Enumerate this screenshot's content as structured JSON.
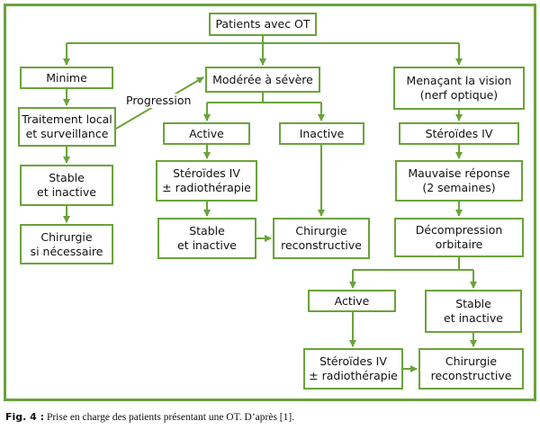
{
  "colors": {
    "accent": "#6aa33a",
    "text": "#111111"
  },
  "nodes": {
    "root": "Patients avec OT",
    "minime": "Minime",
    "moderee": "Modérée à sévère",
    "menacant": "Menaçant la vision\n(nerf optique)",
    "traitement": "Traitement local\net surveillance",
    "stable1": "Stable\net inactive",
    "chirurgie1": "Chirurgie\nsi nécessaire",
    "active1": "Active",
    "inactive1": "Inactive",
    "steroides1": "Stéroïdes IV\n± radiothérapie",
    "stable2": "Stable\net inactive",
    "chirurgie2": "Chirurgie\nreconstructive",
    "steroides_iv": "Stéroïdes IV",
    "mauvaise": "Mauvaise réponse\n(2 semaines)",
    "decompression": "Décompression\norbitaire",
    "active2": "Active",
    "stable3": "Stable\net inactive",
    "steroides2": "Stéroïdes IV\n± radiothérapie",
    "chirurgie3": "Chirurgie\nreconstructive"
  },
  "edge_labels": {
    "progression": "Progression"
  },
  "caption": {
    "label": "Fig. 4 :",
    "text": " Prise en charge des patients présentant une OT. D’après [1]."
  }
}
